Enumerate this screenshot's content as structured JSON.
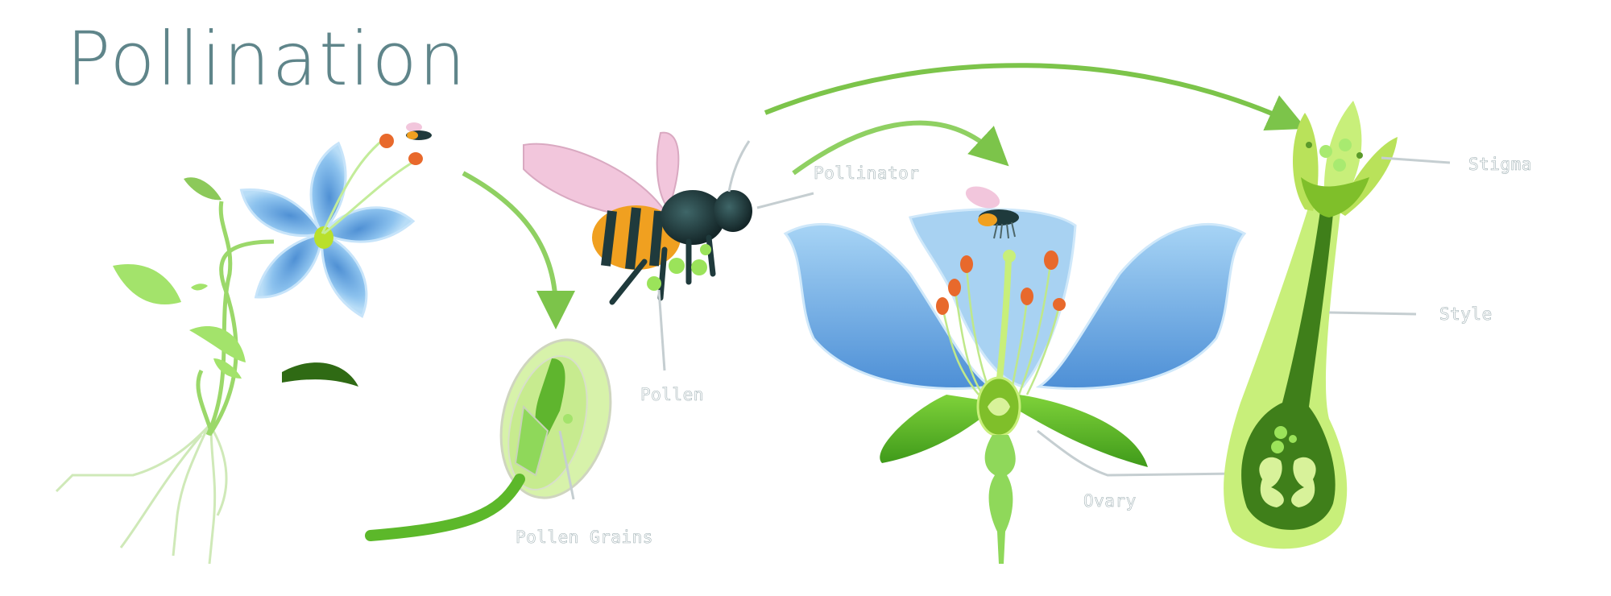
{
  "title": "Pollination",
  "labels": {
    "pollinator": "Pollinator",
    "pollen": "Pollen",
    "pollen_grains": "Pollen Grains",
    "ovary": "Ovary",
    "stigma": "Stigma",
    "style": "Style"
  },
  "figures": [
    {
      "name": "flowering-plant",
      "description": "Blue five-petal flower on green stem with leaves and roots, small bee visiting"
    },
    {
      "name": "pollen-grain",
      "description": "Pollen grain germinating with pollen tube"
    },
    {
      "name": "bee",
      "description": "Honeybee carrying pollen on its legs"
    },
    {
      "name": "flower-cross-section",
      "description": "Blue flower cross-section with stamens, pistil and ovary, bee on top"
    },
    {
      "name": "pistil-detail",
      "description": "Pistil with stigma, style and ovary"
    }
  ],
  "colors": {
    "title": "#5f858a",
    "petal_blue": "#7fb6e6",
    "leaf_green": "#8fd45a",
    "dark_green": "#3f7f1a",
    "light_green": "#c8ef7a",
    "anther_orange": "#e8692c",
    "wing_pink": "#f2c6dc",
    "bee_body": "#1f3a3c",
    "bee_stripe": "#f0a020",
    "label_line": "#c5ced1"
  }
}
